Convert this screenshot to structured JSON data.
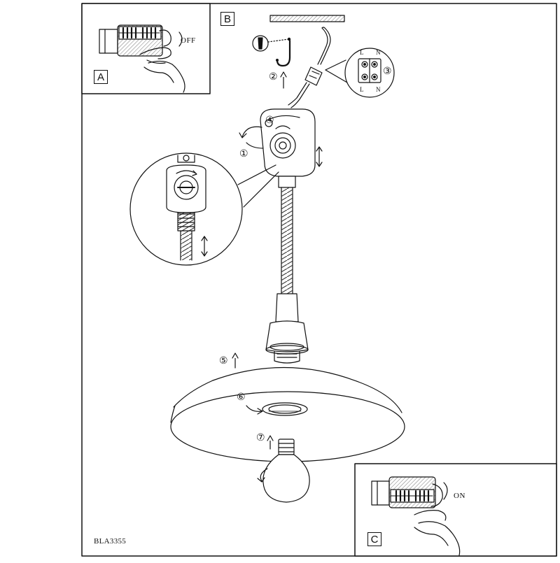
{
  "panels": {
    "a": {
      "letter": "A",
      "switch_state": "OFF"
    },
    "b": {
      "letter": "B"
    },
    "c": {
      "letter": "C",
      "switch_state": "ON"
    }
  },
  "terminal_labels": [
    "L",
    "N",
    "L",
    "N"
  ],
  "model_code": "BLA3355",
  "step_numbers": [
    "①",
    "②",
    "③",
    "④",
    "⑤",
    "⑥",
    "⑦"
  ],
  "colors": {
    "line": "#111111",
    "background": "#ffffff",
    "hatch": "#8a8a8a"
  }
}
